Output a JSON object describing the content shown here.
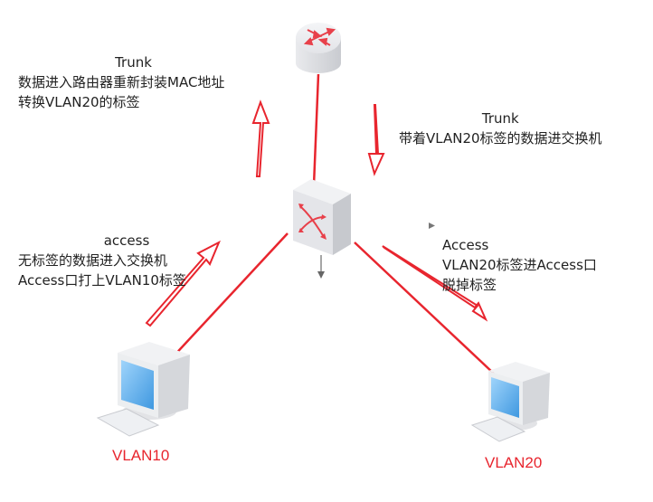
{
  "colors": {
    "link": "#e8252e",
    "arrow": "#e8252e",
    "text": "#222222",
    "vlan_label": "#e8252e",
    "device_body": "#e6e7ea",
    "screen": "#6fb8ef",
    "small_marker": "#777777"
  },
  "devices": {
    "router": {
      "icon": "router-icon"
    },
    "switch": {
      "icon": "switch-icon"
    },
    "pc_left": {
      "icon": "pc-icon",
      "label": "VLAN10"
    },
    "pc_right": {
      "icon": "pc-icon",
      "label": "VLAN20"
    }
  },
  "annotations": {
    "top_left": {
      "title": "Trunk",
      "line1": "数据进入路由器重新封装MAC地址",
      "line2": "转换VLAN20的标签"
    },
    "top_right": {
      "title": "Trunk",
      "line1": "带着VLAN20标签的数据进交换机"
    },
    "bottom_left": {
      "title": "access",
      "line1": "无标签的数据进入交换机",
      "line2": "Access口打上VLAN10标签"
    },
    "bottom_right": {
      "title": "Access",
      "line1": "VLAN20标签进Access口",
      "line2": "脱掉标签"
    }
  }
}
